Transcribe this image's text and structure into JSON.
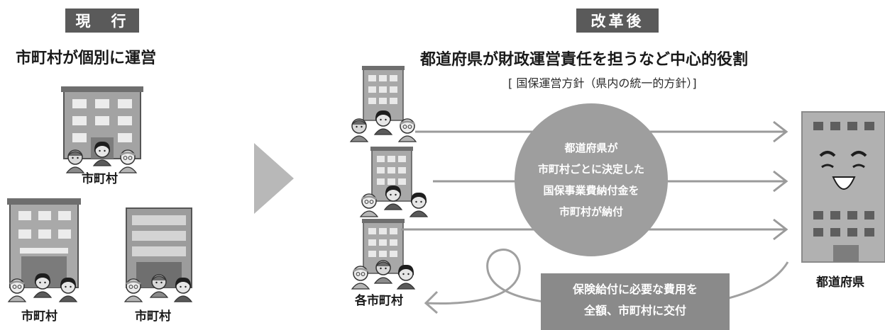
{
  "current": {
    "tag": "現　行",
    "title": "市町村が個別に運営",
    "municipality_label": "市町村"
  },
  "reform": {
    "tag": "改革後",
    "title": "都道府県が財政運営責任を担うなど中心的役割",
    "policy": "[ 国保運営方針（県内の統一的方針）]",
    "circle_lines": [
      "都道府県が",
      "市町村ごとに決定した",
      "国保事業費納付金を",
      "市町村が納付"
    ],
    "box_lines": [
      "保険給付に必要な費用を",
      "全額、市町村に交付"
    ],
    "municipalities_label": "各市町村",
    "prefecture_label": "都道府県"
  }
}
